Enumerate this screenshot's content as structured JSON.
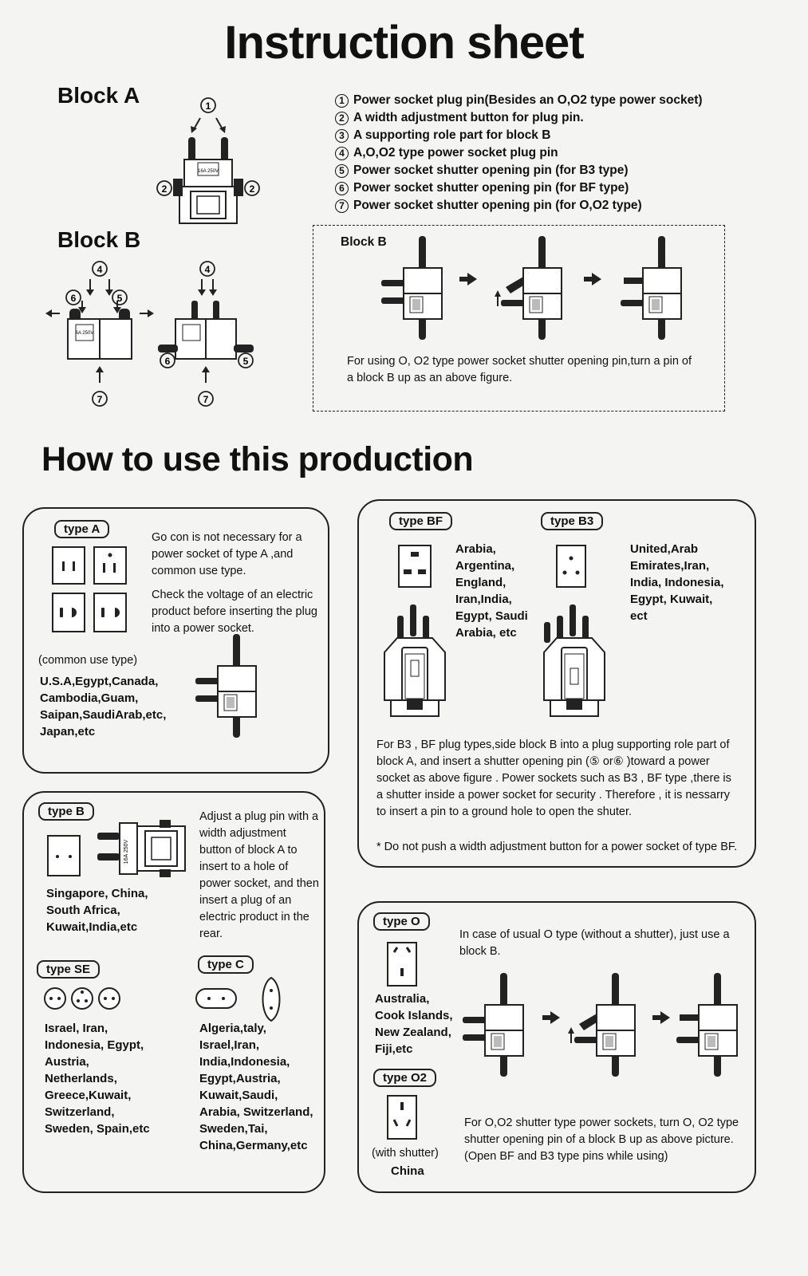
{
  "title": "Instruction sheet",
  "block_a": {
    "heading": "Block  A",
    "items": [
      {
        "n": "1",
        "text": "Power socket plug pin(Besides an O,O2 type power socket)"
      },
      {
        "n": "2",
        "text": "A width adjustment button for plug pin."
      },
      {
        "n": "3",
        "text": "A supporting role part for block B"
      },
      {
        "n": "4",
        "text": "A,O,O2 type power socket plug pin"
      },
      {
        "n": "5",
        "text": "Power socket shutter opening pin (for B3 type)"
      },
      {
        "n": "6",
        "text": "Power socket shutter opening pin (for BF type)"
      },
      {
        "n": "7",
        "text": "Power socket shutter opening pin (for O,O2 type)"
      }
    ],
    "plug_label": "16A 250V"
  },
  "block_b": {
    "heading": "Block  B",
    "box_title": "Block  B",
    "box_note": "For using O, O2 type power socket shutter opening pin,turn a pin of a block B up as an above figure.",
    "module_label": "6A 250V"
  },
  "how_to_use": {
    "heading": "How to use this production"
  },
  "type_a": {
    "tag": "type A",
    "text1": "Go con is not necessary for a power socket of type A ,and common use type.",
    "text2": "Check the voltage of an electric product before inserting the plug into a power socket.",
    "common": "(common use type)",
    "countries": "U.S.A,Egypt,Canada, Cambodia,Guam, Saipan,SaudiArab,etc, Japan,etc"
  },
  "type_bf": {
    "tag": "type BF",
    "countries": "Arabia, Argentina, England, Iran,India, Egypt, Saudi Arabia, etc"
  },
  "type_b3": {
    "tag": "type B3",
    "countries": "United,Arab Emirates,Iran, India, Indonesia, Egypt, Kuwait, ect"
  },
  "bf_b3_text": "For  B3 , BF plug types,side block  B  into a plug supporting  role  part of block A, and insert a shutter opening pin (⑤ or⑥ )toward a power socket as above figure . Power sockets such as B3 , BF  type ,there is a shutter inside a  power socket for security . Therefore , it is nessarry to insert a pin to a ground hole to open the shuter.",
  "bf_note": "* Do not push a width adjustment button for a power socket of type BF.",
  "type_b": {
    "tag": "type B",
    "text": "Adjust a plug pin with a width adjustment button of block A to insert to a hole of power socket, and then insert a plug of an electric product in the rear.",
    "countries": "Singapore, China, South Africa, Kuwait,India,etc"
  },
  "type_se": {
    "tag": "type SE",
    "countries": "Israel, Iran, Indonesia, Egypt, Austria, Netherlands, Greece,Kuwait, Switzerland, Sweden, Spain,etc"
  },
  "type_c": {
    "tag": "type C",
    "countries": "Algeria,taly, Israel,Iran, India,Indonesia, Egypt,Austria, Kuwait,Saudi, Arabia, Switzerland, Sweden,Tai, China,Germany,etc"
  },
  "type_o": {
    "tag": "type O",
    "text": "In case of usual O type (without a shutter), just use a block B.",
    "countries": "Australia, Cook Islands, New Zealand, Fiji,etc"
  },
  "type_o2": {
    "tag": "type O2",
    "with_shutter": "(with shutter)",
    "country": "China",
    "text": "For O,O2 shutter type power sockets, turn O, O2 type shutter opening pin of a block B up as above picture. (Open BF and B3 type pins while using)"
  },
  "icons": [
    "arrow-right-icon",
    "arrow-left-icon",
    "arrow-up-icon",
    "arrow-down-icon",
    "circled-number-icon"
  ]
}
